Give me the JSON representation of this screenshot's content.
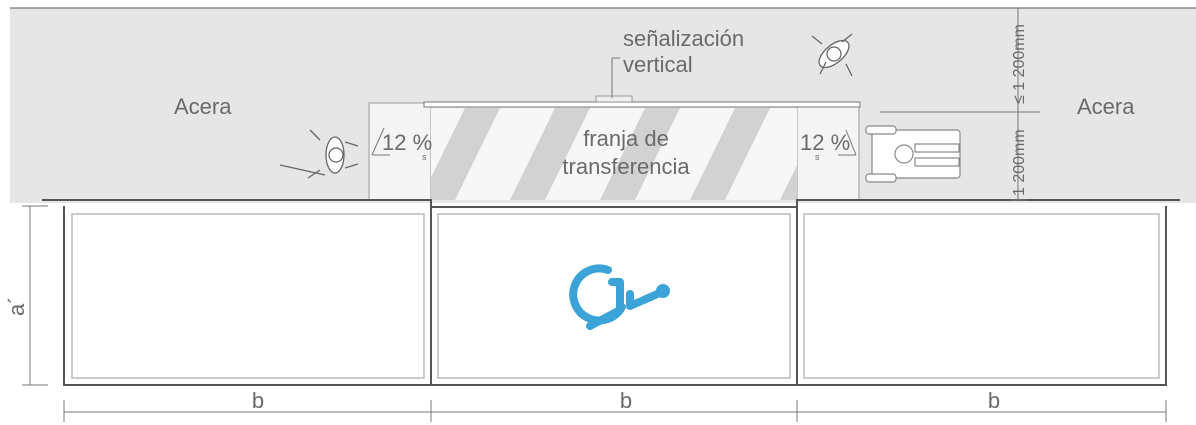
{
  "colors": {
    "sidewalk": "#e6e6e6",
    "outline": "#777777",
    "stripe": "#d2d2d2",
    "accessible_symbol": "#3ba3d8",
    "text": "#6a6a6a"
  },
  "sidewalk": {
    "left_label": "Acera",
    "right_label": "Acera"
  },
  "signage": {
    "label_line1": "señalización",
    "label_line2": "vertical"
  },
  "transfer_strip": {
    "label_line1": "franja de",
    "label_line2": "transferencia"
  },
  "ramps": {
    "left_slope": "12 %",
    "right_slope": "12 %",
    "left_mark": "s",
    "right_mark": "s"
  },
  "dimensions": {
    "top_right_max": "≤ 1 200mm",
    "right_side": "1 200mm",
    "depth": "a´",
    "width_left": "b",
    "width_center": "b",
    "width_right": "b"
  },
  "icons": {
    "pedestrian_left": "pedestrian-icon",
    "pedestrian_top": "pedestrian-icon",
    "wheelchair_user": "wheelchair-user-icon",
    "accessible_symbol": "accessible-parking-icon"
  }
}
